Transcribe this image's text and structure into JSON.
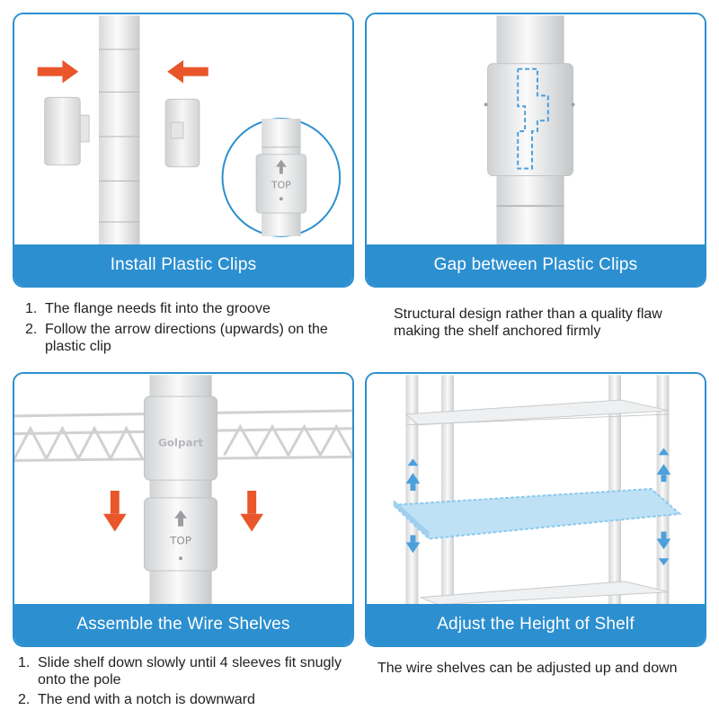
{
  "panels": [
    {
      "title": "Install Plastic Clips",
      "image_label": "TOP",
      "caption": [
        "The flange needs fit into the groove",
        "Follow the arrow directions (upwards)  on the plastic clip"
      ],
      "caption_numbers": [
        "1.",
        "2."
      ]
    },
    {
      "title": "Gap between Plastic Clips",
      "caption": "Structural design rather than a quality flaw making the shelf anchored firmly"
    },
    {
      "title": "Assemble the Wire Shelves",
      "image_label": "TOP",
      "brand_mark": "Golpart",
      "caption": [
        "Slide shelf down slowly until 4 sleeves fit snugly onto the pole",
        "The end with a notch is downward"
      ],
      "caption_numbers": [
        "1.",
        "2."
      ]
    },
    {
      "title": "Adjust the Height of Shelf",
      "caption": "The wire shelves can be adjusted up and down"
    }
  ],
  "colors": {
    "accent": "#2c8fd0",
    "arrow": "#e8562a",
    "highlight": "#8cc9ee"
  }
}
